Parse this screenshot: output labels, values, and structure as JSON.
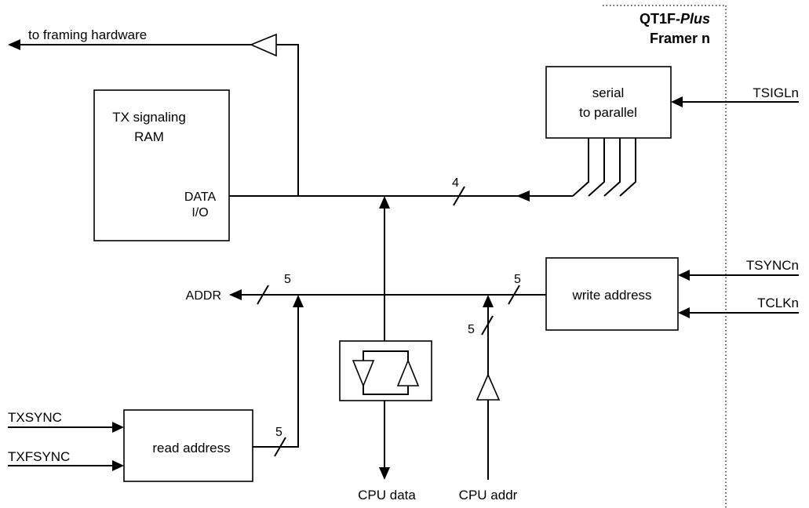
{
  "title": {
    "line1_prefix": "QT1F-",
    "line1_italic": "Plus",
    "line2": "Framer n"
  },
  "outputs": {
    "framing_hardware": "to framing hardware"
  },
  "ram": {
    "title_line1": "TX signaling",
    "title_line2": "RAM",
    "data_port_line1": "DATA",
    "data_port_line2": "I/O",
    "addr_port": "ADDR"
  },
  "blocks": {
    "serial_to_parallel_line1": "serial",
    "serial_to_parallel_line2": "to parallel",
    "write_address": "write address",
    "read_address": "read address"
  },
  "inputs": {
    "tsigl": "TSIGLn",
    "tsync": "TSYNCn",
    "tclk": "TCLKn",
    "txsync": "TXSYNC",
    "txfsync": "TXFSYNC"
  },
  "cpu": {
    "data": "CPU data",
    "addr": "CPU addr"
  },
  "bus_widths": {
    "data_bus": "4",
    "ram_addr": "5",
    "write_addr": "5",
    "cpu_addr": "5",
    "read_addr": "5"
  }
}
